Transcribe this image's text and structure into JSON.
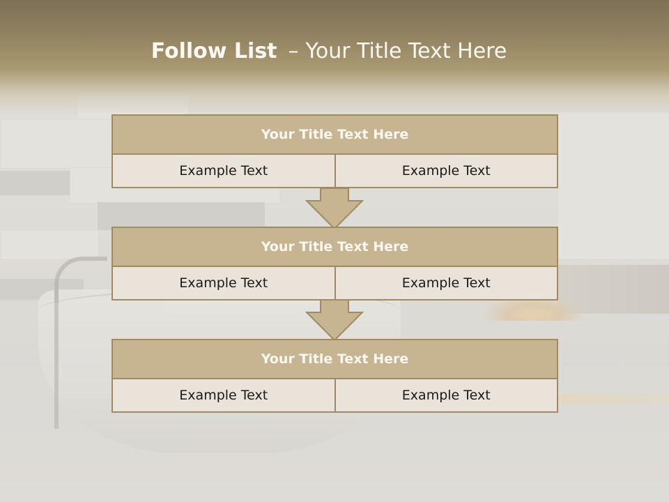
{
  "slide": {
    "title_bold": "Follow List",
    "title_dash": "–",
    "title_rest": "Your Title Text Here"
  },
  "blocks": [
    {
      "title": "Your Title Text Here",
      "left": "Example Text",
      "right": "Example Text"
    },
    {
      "title": "Your Title Text Here",
      "left": "Example Text",
      "right": "Example Text"
    },
    {
      "title": "Your Title Text Here",
      "left": "Example Text",
      "right": "Example Text"
    }
  ],
  "arrow_icon": "down-arrow-icon",
  "colors": {
    "header_fill": "#c7b491",
    "border": "#a08a64",
    "body_fill": "#e9e3d9",
    "title_band": "#8f805f"
  }
}
